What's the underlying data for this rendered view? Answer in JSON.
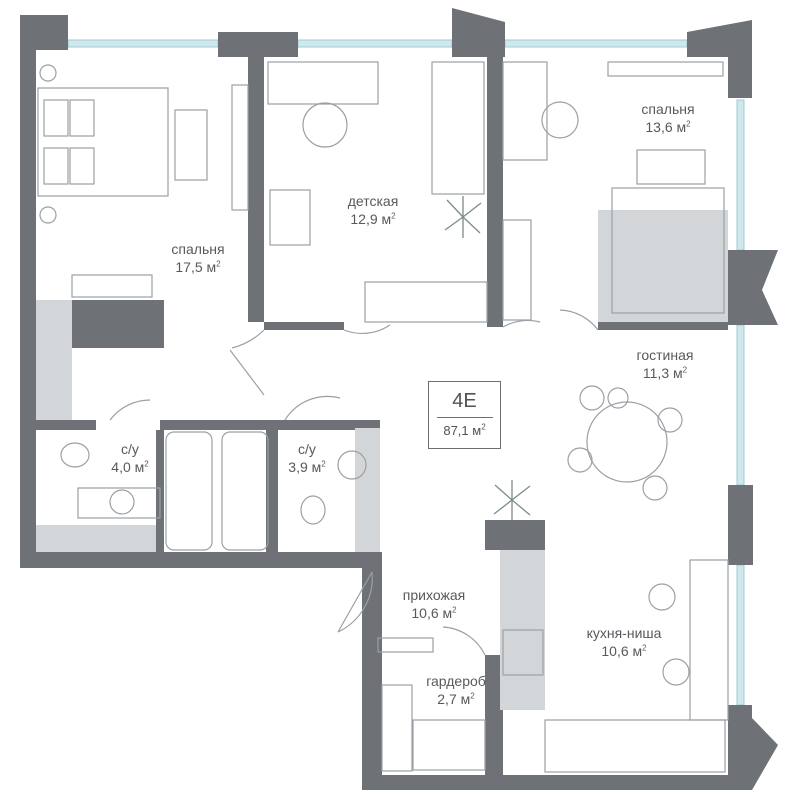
{
  "apartment": {
    "code": "4Е",
    "total_area": "87,1 м",
    "area_unit_sup": "2"
  },
  "rooms": [
    {
      "id": "bedroom-left",
      "name": "спальня",
      "area": "17,5 м"
    },
    {
      "id": "kids-room",
      "name": "детская",
      "area": "12,9 м"
    },
    {
      "id": "bedroom-right",
      "name": "спальня",
      "area": "13,6 м"
    },
    {
      "id": "living-room",
      "name": "гостиная",
      "area": "11,3 м"
    },
    {
      "id": "bathroom-1",
      "name": "с/у",
      "area": "4,0 м"
    },
    {
      "id": "bathroom-2",
      "name": "с/у",
      "area": "3,9 м"
    },
    {
      "id": "hallway",
      "name": "прихожая",
      "area": "10,6 м"
    },
    {
      "id": "wardrobe",
      "name": "гардероб",
      "area": "2,7 м"
    },
    {
      "id": "kitchen-niche",
      "name": "кухня-ниша",
      "area": "10,6 м"
    }
  ],
  "colors": {
    "wall": "#6e7276",
    "wall_light": "#c4c7ca",
    "window": "#bfe0e6",
    "furniture": "#9aa0a5",
    "text": "#555a5e"
  }
}
